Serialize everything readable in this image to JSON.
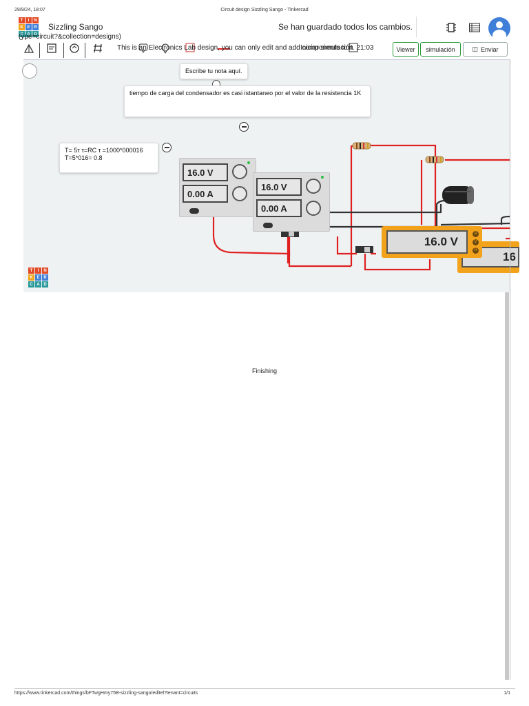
{
  "print": {
    "date": "29/9/24, 18:07",
    "title": "Circuit design Sizzling Sango - Tinkercad",
    "url": "https://www.tinkercad.com/things/bFTwgHmy75B-sizzling-sango/editel?tenant=circuits",
    "page": "1/1"
  },
  "header": {
    "logo_letters": [
      "T",
      "I",
      "N",
      "K",
      "E",
      "R",
      "C",
      "A",
      "D"
    ],
    "design_name": "Sizzling Sango",
    "breadcrumb": "(ype=circuit?&collection=designs)",
    "save_status": "Se han guardado todos los cambios."
  },
  "toolbar": {
    "notice": "This is an Electronics Lab design, you can only edit and add components to it. 21:03",
    "notice2": "Iniciar simulación",
    "start_sim_label": "Viewer",
    "start_sim2_label": "simulación",
    "layers_label": "Enviar"
  },
  "canvas": {
    "note_bubble": "Escribe tu nota aquí.",
    "note_main": "tiempo de carga del condensador es casi istantaneo por el valor de la resistencia 1K",
    "note_formula_1": "T= 5τ τ=RC τ =1000*000016",
    "note_formula_2": "T=5*016= 0.8",
    "psu1": {
      "voltage": "16.0 V",
      "current": "0.00 A"
    },
    "psu2": {
      "voltage": "16.0 V",
      "current": "0.00 A"
    },
    "multimeter1": {
      "reading": "16.0 V"
    },
    "multimeter2": {
      "reading": "16"
    }
  },
  "footer_text": "Finishing",
  "colors": {
    "wire": "#e02020",
    "wire_black": "#333333",
    "multimeter": "#f2a31b",
    "accent_blue": "#3f7fd8"
  },
  "logo_colors": [
    "#e24b26",
    "#e24b26",
    "#e24b26",
    "#f2a31b",
    "#3f7fd8",
    "#3f7fd8",
    "#2a9a9a",
    "#2a9a9a",
    "#2a9a9a"
  ]
}
